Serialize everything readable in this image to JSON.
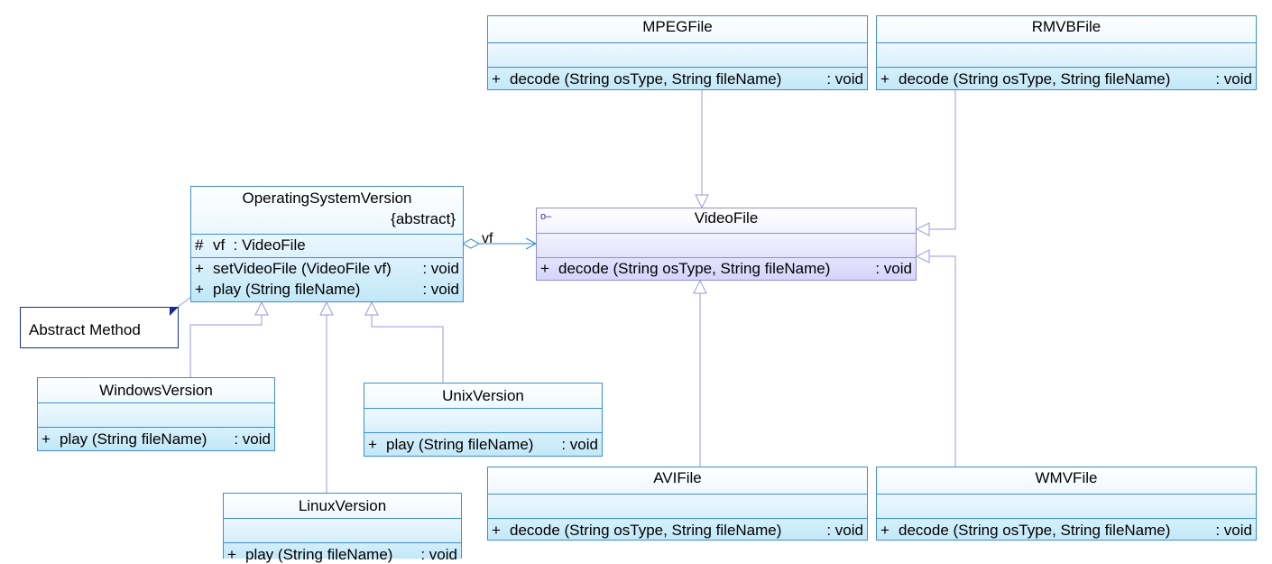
{
  "diagram": {
    "classes": {
      "mpeg": {
        "name": "MPEGFile",
        "operations": [
          {
            "vis": "+",
            "sig": "decode (String osType, String fileName)",
            "ret": " : void"
          }
        ]
      },
      "rmvb": {
        "name": "RMVBFile",
        "operations": [
          {
            "vis": "+",
            "sig": "decode (String osType, String fileName)",
            "ret": " : void"
          }
        ]
      },
      "os": {
        "name": "OperatingSystemVersion",
        "stereotype": "{abstract}",
        "attributes": [
          {
            "vis": "#",
            "sig": "vf  : VideoFile",
            "ret": ""
          }
        ],
        "operations": [
          {
            "vis": "+",
            "sig": "setVideoFile (VideoFile vf)",
            "ret": " : void"
          },
          {
            "vis": "+",
            "sig": "play (String fileName)",
            "ret": "        : void"
          }
        ]
      },
      "videofile": {
        "name": "VideoFile",
        "operations": [
          {
            "vis": "+",
            "sig": "decode (String osType, String fileName)",
            "ret": " : void"
          }
        ]
      },
      "windows": {
        "name": "WindowsVersion",
        "operations": [
          {
            "vis": "+",
            "sig": "play (String fileName)",
            "ret": " : void"
          }
        ]
      },
      "unix": {
        "name": "UnixVersion",
        "operations": [
          {
            "vis": "+",
            "sig": "play (String fileName)",
            "ret": " : void"
          }
        ]
      },
      "linux": {
        "name": "LinuxVersion",
        "operations": [
          {
            "vis": "+",
            "sig": "play (String fileName)",
            "ret": " : void"
          }
        ]
      },
      "avi": {
        "name": "AVIFile",
        "operations": [
          {
            "vis": "+",
            "sig": "decode (String osType, String fileName)",
            "ret": " : void"
          }
        ]
      },
      "wmv": {
        "name": "WMVFile",
        "operations": [
          {
            "vis": "+",
            "sig": "decode (String osType, String fileName)",
            "ret": " : void"
          }
        ]
      }
    },
    "note": "Abstract Method",
    "association_label": "vf",
    "colors": {
      "class_border": "#3f8fc9",
      "interface_border": "#8f8fd6",
      "edge": "#9a9ad8",
      "association": "#2f86d6",
      "note_border": "#1b2a9a"
    }
  }
}
